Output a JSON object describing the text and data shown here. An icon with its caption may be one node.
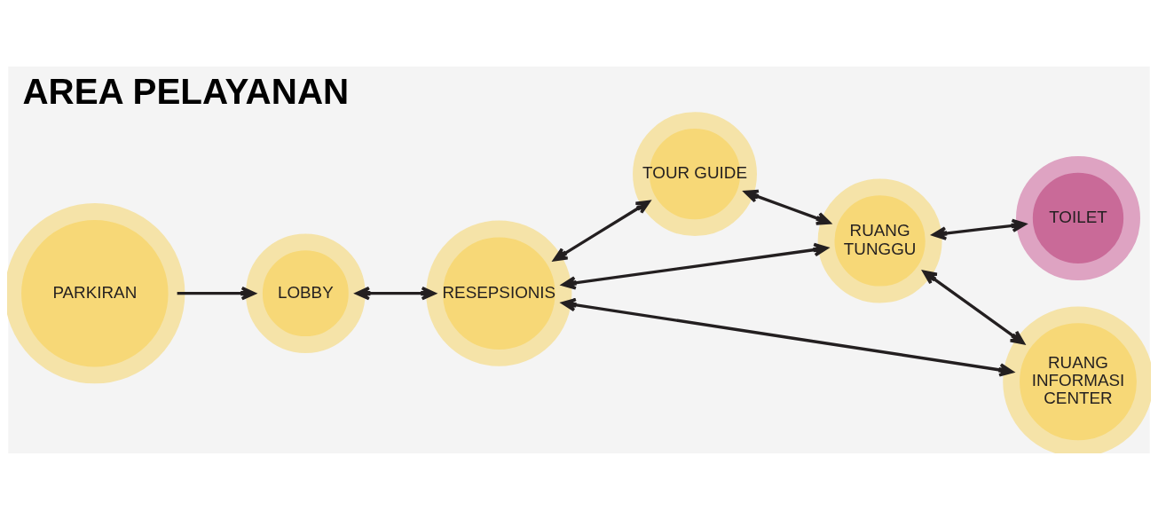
{
  "diagram": {
    "title": "AREA PELAYANAN",
    "nodes": [
      {
        "text": [
          "PARKIRAN"
        ]
      },
      {
        "text": [
          "LOBBY"
        ]
      },
      {
        "text": [
          "RESEPSIONIS"
        ]
      },
      {
        "text": [
          "TOUR GUIDE"
        ]
      },
      {
        "text": [
          "RUANG TUNGGU"
        ]
      },
      {
        "text": [
          "TOILET"
        ]
      },
      {
        "text": [
          "RUANG INFORMASI CENTER"
        ]
      }
    ],
    "edges": [
      {
        "from": 0,
        "to": 1,
        "arrow": "to"
      },
      {
        "from": 1,
        "to": 2,
        "arrow": "both"
      },
      {
        "from": 2,
        "to": 3,
        "arrow": "both"
      },
      {
        "from": 2,
        "to": 4,
        "arrow": "both"
      },
      {
        "from": 2,
        "to": 6,
        "arrow": "both"
      },
      {
        "from": 3,
        "to": 4,
        "arrow": "both"
      },
      {
        "from": 4,
        "to": 5,
        "arrow": "both"
      },
      {
        "from": 4,
        "to": 6,
        "arrow": "both"
      }
    ]
  }
}
